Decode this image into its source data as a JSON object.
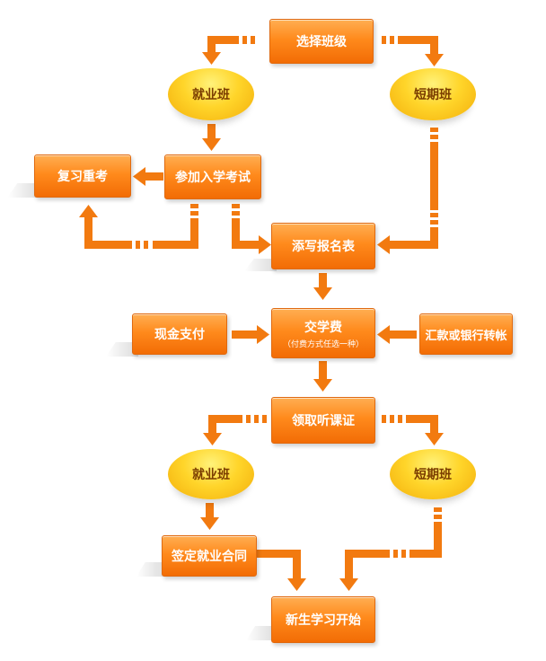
{
  "diagram": {
    "colors": {
      "box": "#ff8a1c",
      "connector": "#f27a10",
      "oval": "#ffd52a",
      "oval_text": "#7a3c00"
    },
    "nodes": {
      "select_class": "选择班级",
      "job_class_1": "就业班",
      "short_class_1": "短期班",
      "entrance_exam": "参加入学考试",
      "review": "复习重考",
      "fill_form": "添写报名表",
      "pay_fee": "交学费",
      "pay_fee_note": "（付费方式任选一种）",
      "cash": "现金支付",
      "remit": "汇款或银行转帐",
      "get_pass": "领取听课证",
      "job_class_2": "就业班",
      "short_class_2": "短期班",
      "sign_contract": "签定就业合同",
      "start": "新生学习开始"
    }
  }
}
